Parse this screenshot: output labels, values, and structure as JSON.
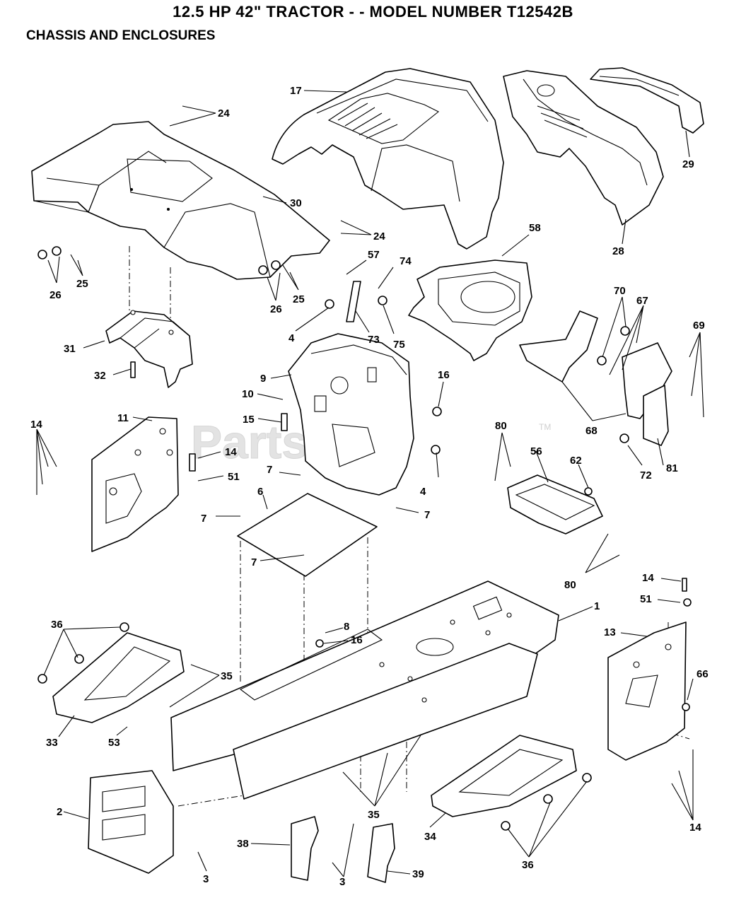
{
  "title": "12.5 HP 42\" TRACTOR - - MODEL NUMBER T12542B",
  "subtitle": "CHASSIS AND ENCLOSURES",
  "watermark": {
    "text": "PartsTree",
    "trademark": "TM"
  },
  "callouts": [
    {
      "label": "24"
    },
    {
      "label": "17"
    },
    {
      "label": "29"
    },
    {
      "label": "30"
    },
    {
      "label": "24"
    },
    {
      "label": "28"
    },
    {
      "label": "58"
    },
    {
      "label": "57"
    },
    {
      "label": "74"
    },
    {
      "label": "26"
    },
    {
      "label": "25"
    },
    {
      "label": "26"
    },
    {
      "label": "25"
    },
    {
      "label": "4"
    },
    {
      "label": "73"
    },
    {
      "label": "75"
    },
    {
      "label": "70"
    },
    {
      "label": "67"
    },
    {
      "label": "69"
    },
    {
      "label": "31"
    },
    {
      "label": "32"
    },
    {
      "label": "9"
    },
    {
      "label": "16"
    },
    {
      "label": "68"
    },
    {
      "label": "10"
    },
    {
      "label": "11"
    },
    {
      "label": "15"
    },
    {
      "label": "14"
    },
    {
      "label": "80"
    },
    {
      "label": "56"
    },
    {
      "label": "62"
    },
    {
      "label": "72"
    },
    {
      "label": "81"
    },
    {
      "label": "14"
    },
    {
      "label": "51"
    },
    {
      "label": "4"
    },
    {
      "label": "7"
    },
    {
      "label": "6"
    },
    {
      "label": "7"
    },
    {
      "label": "7"
    },
    {
      "label": "7"
    },
    {
      "label": "80"
    },
    {
      "label": "14"
    },
    {
      "label": "51"
    },
    {
      "label": "1"
    },
    {
      "label": "36"
    },
    {
      "label": "8"
    },
    {
      "label": "16"
    },
    {
      "label": "13"
    },
    {
      "label": "35"
    },
    {
      "label": "66"
    },
    {
      "label": "33"
    },
    {
      "label": "53"
    },
    {
      "label": "2"
    },
    {
      "label": "35"
    },
    {
      "label": "14"
    },
    {
      "label": "38"
    },
    {
      "label": "3"
    },
    {
      "label": "39"
    },
    {
      "label": "34"
    },
    {
      "label": "36"
    },
    {
      "label": "3"
    }
  ]
}
